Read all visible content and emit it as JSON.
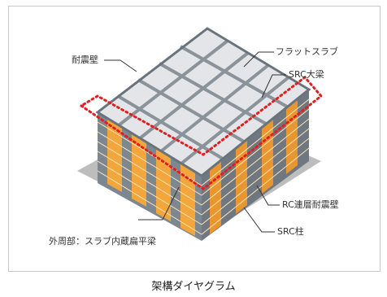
{
  "labels": {
    "shear_wall": "耐震壁",
    "flat_slab": "フラットスラブ",
    "src_girder": "SRC大梁",
    "rc_wall": "RC連層耐震壁",
    "src_column": "SRC柱",
    "perimeter": "外周部：スラブ内蔵扁平梁"
  },
  "caption": "架構ダイヤグラム",
  "colors": {
    "structure": "#8a929a",
    "top_slab": "#e3e5e8",
    "column_face": "#f2a63c",
    "floor_line": "#ffe1b3",
    "ground": "#bdbdbd",
    "dotted_band": "#e02020"
  }
}
